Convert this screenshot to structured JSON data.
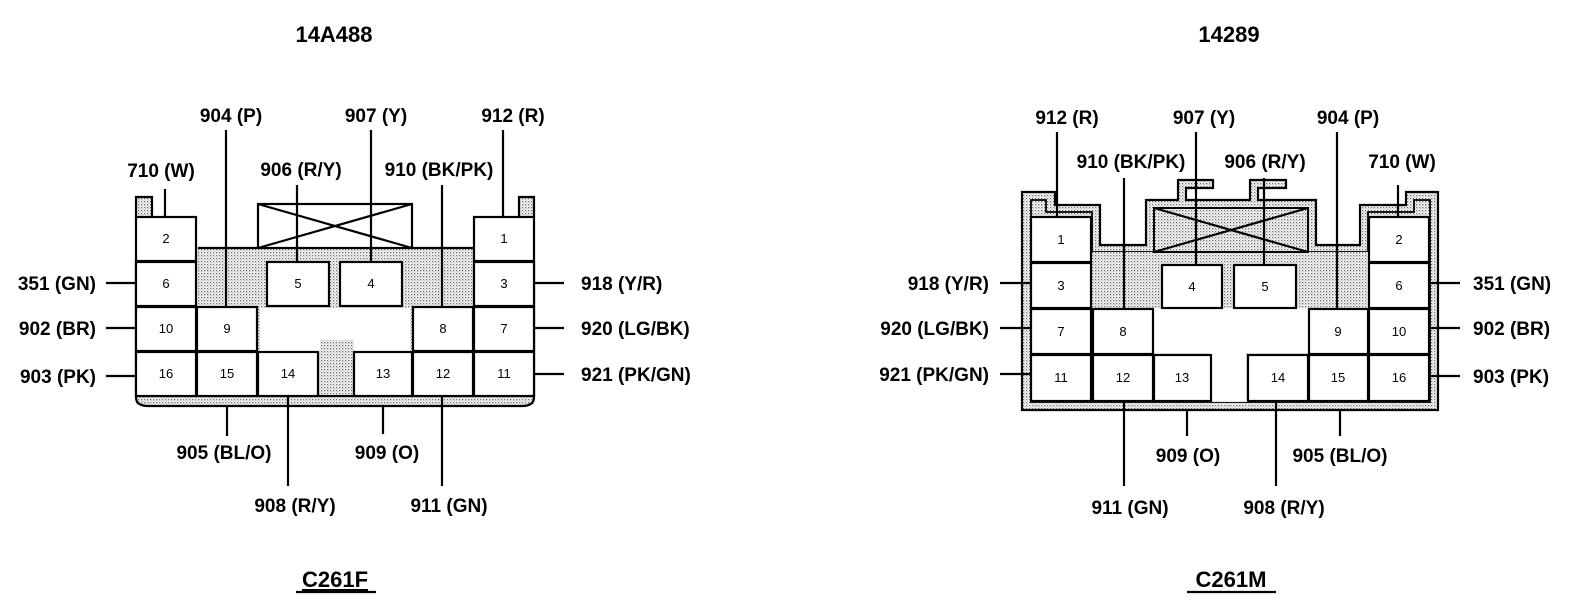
{
  "connectors": [
    {
      "id": "left",
      "part_number": "14A488",
      "name": "C261F",
      "pins": [
        {
          "num": "2"
        },
        {
          "num": "1"
        },
        {
          "num": "6"
        },
        {
          "num": "5"
        },
        {
          "num": "4"
        },
        {
          "num": "3"
        },
        {
          "num": "10"
        },
        {
          "num": "9"
        },
        {
          "num": "8"
        },
        {
          "num": "7"
        },
        {
          "num": "16"
        },
        {
          "num": "15"
        },
        {
          "num": "14"
        },
        {
          "num": "13"
        },
        {
          "num": "12"
        },
        {
          "num": "11"
        }
      ],
      "wires": [
        {
          "circuit": "710 (W)"
        },
        {
          "circuit": "904 (P)"
        },
        {
          "circuit": "906 (R/Y)"
        },
        {
          "circuit": "907 (Y)"
        },
        {
          "circuit": "910 (BK/PK)"
        },
        {
          "circuit": "912 (R)"
        },
        {
          "circuit": "351 (GN)"
        },
        {
          "circuit": "902 (BR)"
        },
        {
          "circuit": "903 (PK)"
        },
        {
          "circuit": "918 (Y/R)"
        },
        {
          "circuit": "920 (LG/BK)"
        },
        {
          "circuit": "921 (PK/GN)"
        },
        {
          "circuit": "905 (BL/O)"
        },
        {
          "circuit": "909 (O)"
        },
        {
          "circuit": "908 (R/Y)"
        },
        {
          "circuit": "911 (GN)"
        }
      ]
    },
    {
      "id": "right",
      "part_number": "14289",
      "name": "C261M",
      "pins": [
        {
          "num": "1"
        },
        {
          "num": "2"
        },
        {
          "num": "3"
        },
        {
          "num": "4"
        },
        {
          "num": "5"
        },
        {
          "num": "6"
        },
        {
          "num": "7"
        },
        {
          "num": "8"
        },
        {
          "num": "9"
        },
        {
          "num": "10"
        },
        {
          "num": "11"
        },
        {
          "num": "12"
        },
        {
          "num": "13"
        },
        {
          "num": "14"
        },
        {
          "num": "15"
        },
        {
          "num": "16"
        }
      ],
      "wires": [
        {
          "circuit": "912 (R)"
        },
        {
          "circuit": "907 (Y)"
        },
        {
          "circuit": "904 (P)"
        },
        {
          "circuit": "910 (BK/PK)"
        },
        {
          "circuit": "906 (R/Y)"
        },
        {
          "circuit": "710 (W)"
        },
        {
          "circuit": "918 (Y/R)"
        },
        {
          "circuit": "920 (LG/BK)"
        },
        {
          "circuit": "921 (PK/GN)"
        },
        {
          "circuit": "351 (GN)"
        },
        {
          "circuit": "902 (BR)"
        },
        {
          "circuit": "903 (PK)"
        },
        {
          "circuit": "909 (O)"
        },
        {
          "circuit": "905 (BL/O)"
        },
        {
          "circuit": "911 (GN)"
        },
        {
          "circuit": "908 (R/Y)"
        }
      ]
    }
  ]
}
